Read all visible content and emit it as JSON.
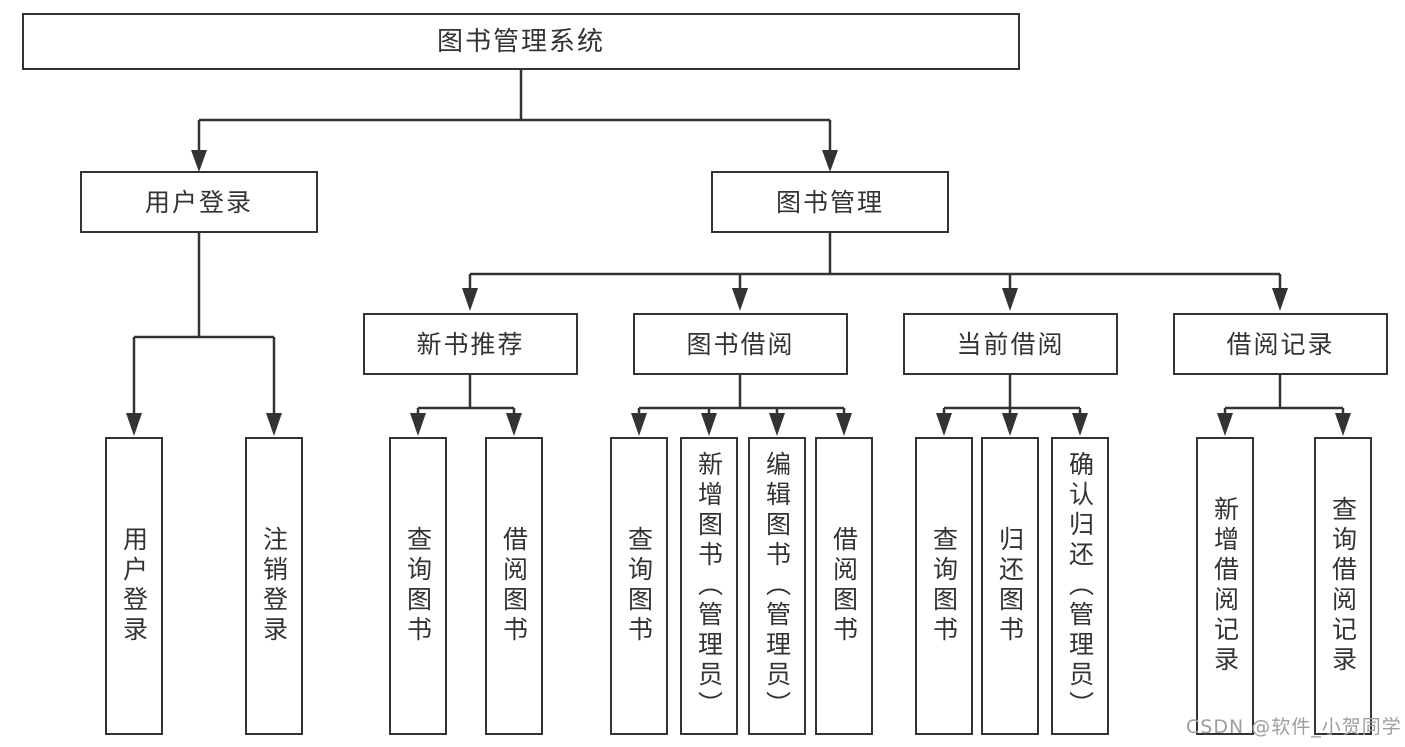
{
  "diagram": {
    "root": {
      "label": "图书管理系统"
    },
    "level2": [
      {
        "label": "用户登录"
      },
      {
        "label": "图书管理"
      }
    ],
    "level3": [
      {
        "label": "新书推荐"
      },
      {
        "label": "图书借阅"
      },
      {
        "label": "当前借阅"
      },
      {
        "label": "借阅记录"
      }
    ],
    "leaves": {
      "user_login": [
        "用户登录",
        "注销登录"
      ],
      "new_book": [
        "查询图书",
        "借阅图书"
      ],
      "book_borrow": [
        "查询图书",
        "新增图书（管理员）",
        "编辑图书（管理员）",
        "借阅图书"
      ],
      "current_borrow": [
        "查询图书",
        "归还图书",
        "确认归还（管理员）"
      ],
      "borrow_record": [
        "新增借阅记录",
        "查询借阅记录"
      ]
    }
  },
  "watermark": {
    "text": "CSDN @软件_小贺同学"
  },
  "colors": {
    "line": "#333333",
    "text": "#333333",
    "box_background": "#ffffff",
    "page_background": "#ffffff",
    "watermark": "#9e9e9e"
  }
}
